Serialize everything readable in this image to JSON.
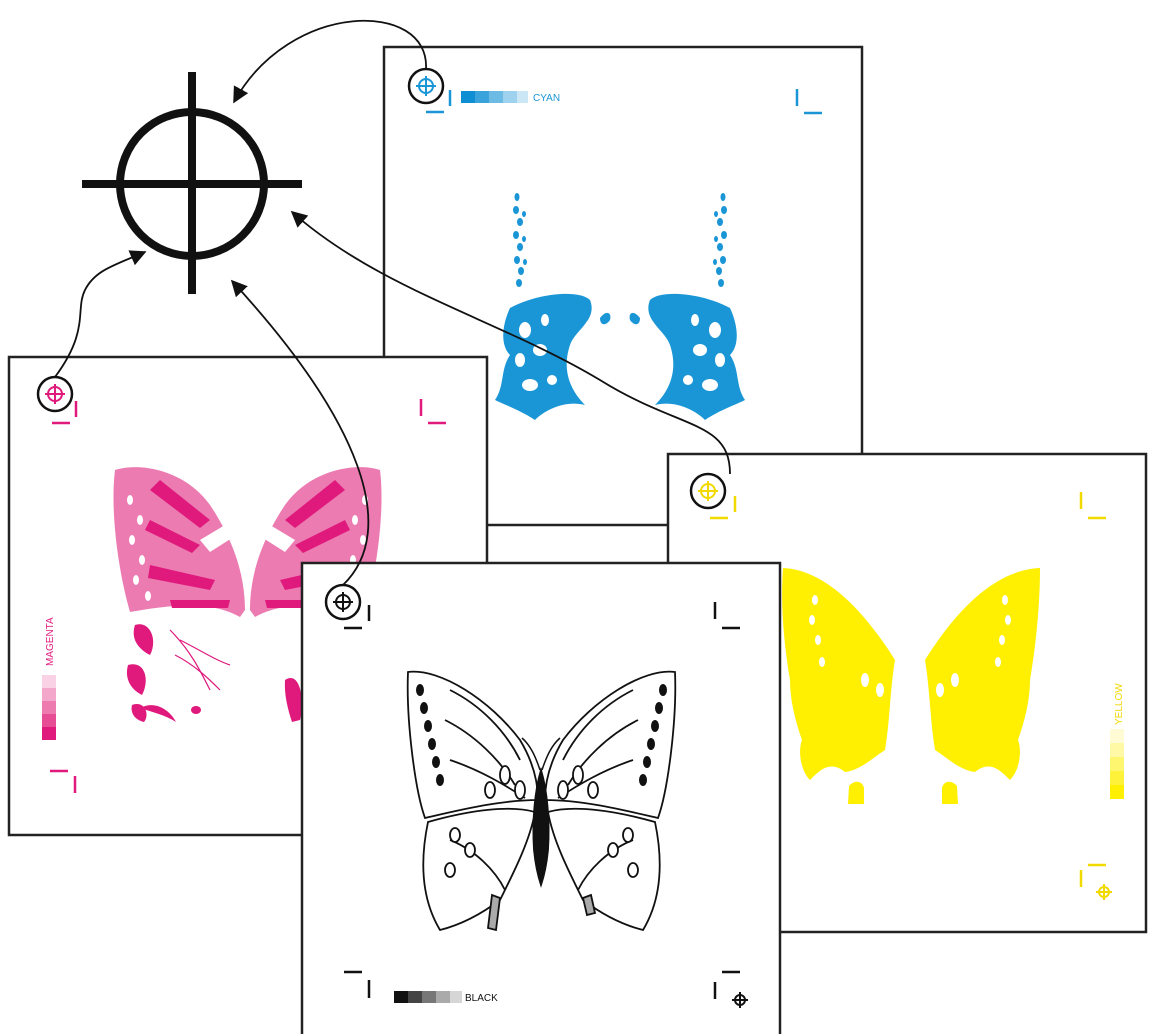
{
  "separations": {
    "cyan": {
      "label": "CYAN",
      "color": "#1a96d6",
      "tints": [
        "#0f8ed4",
        "#3aa3dc",
        "#6cbbe5",
        "#9fd2ee",
        "#cbe7f6"
      ]
    },
    "magenta": {
      "label": "MAGENTA",
      "color": "#e0197d",
      "tints": [
        "#e0197d",
        "#e74d95",
        "#ed7bb0",
        "#f3a8cb",
        "#f9d3e5"
      ]
    },
    "yellow": {
      "label": "YELLOW",
      "color": "#ffef00",
      "tints": [
        "#ffef00",
        "#fff23a",
        "#fff66f",
        "#fff9a5",
        "#fffcd5"
      ]
    },
    "black": {
      "label": "BLACK",
      "color": "#111111",
      "tints": [
        "#111111",
        "#444444",
        "#777777",
        "#aaaaaa",
        "#d6d6d6"
      ]
    }
  },
  "registration_mark": {
    "icon": "registration-target-icon",
    "color": "#111111"
  },
  "colors": {
    "frame": "#222222",
    "paper": "#ffffff",
    "arrow": "#111111"
  }
}
